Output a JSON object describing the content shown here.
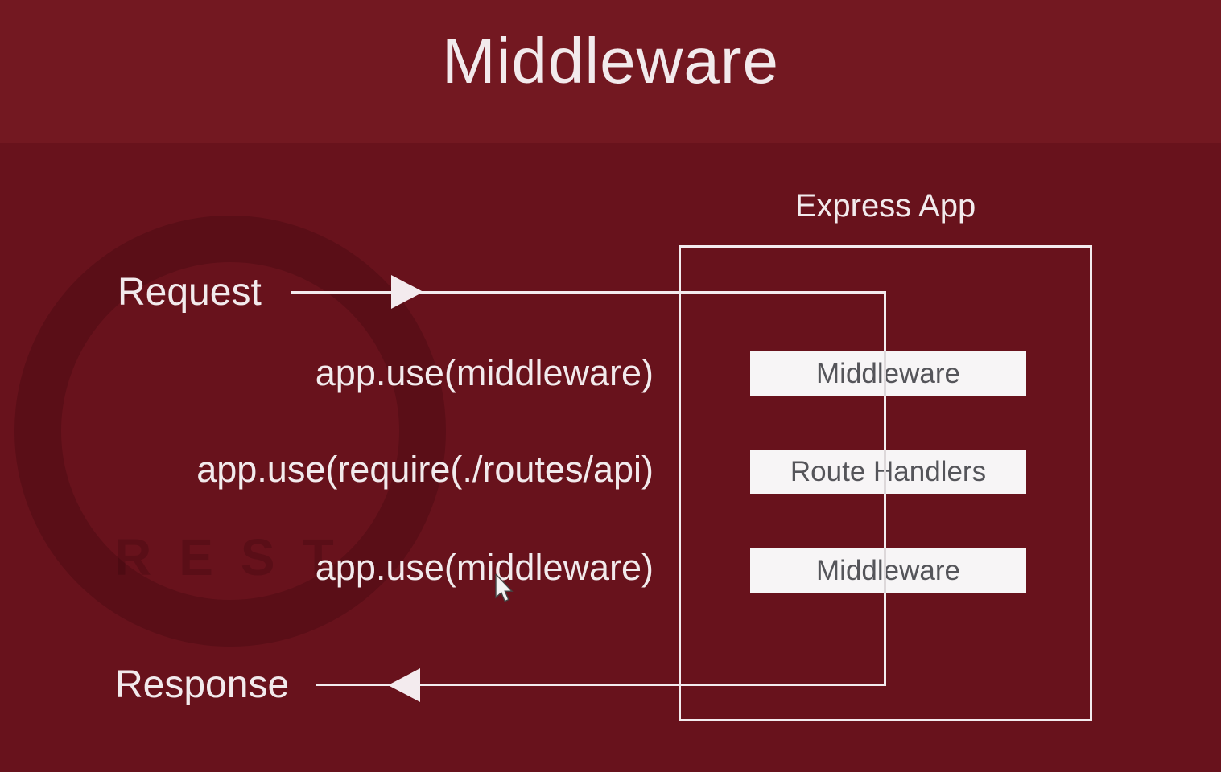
{
  "slide": {
    "title": "Middleware"
  },
  "diagram": {
    "express_app_label": "Express App",
    "request_label": "Request",
    "response_label": "Response",
    "code_lines": [
      "app.use(middleware)",
      "app.use(require(./routes/api)",
      "app.use(middleware)"
    ],
    "pipeline_boxes": [
      "Middleware",
      "Route Handlers",
      "Middleware"
    ],
    "watermark_text": "REST"
  },
  "colors": {
    "header_bg": "#731821",
    "body_bg": "#68121c",
    "line": "#f3ebee",
    "text": "#f2eaec",
    "box_bg": "#f7f5f6",
    "box_text": "#55555a",
    "watermark": "rgba(30,0,8,0.18)"
  }
}
